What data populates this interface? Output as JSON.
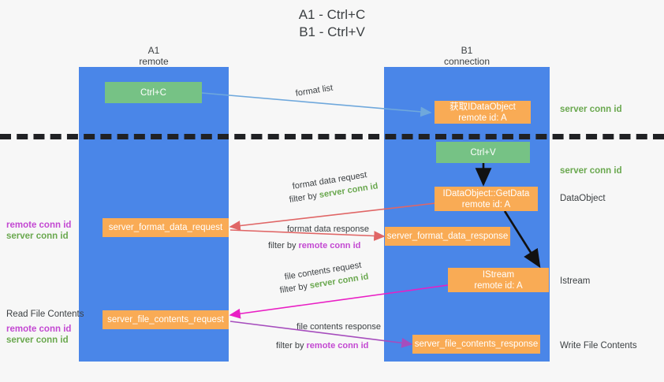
{
  "title": "A1 - Ctrl+C\nB1 - Ctrl+V",
  "lanes": [
    {
      "name": "lane-a",
      "title": "A1\nremote"
    },
    {
      "name": "lane-b",
      "title": "B1\nconnection"
    }
  ],
  "nodes": {
    "ctrl_c": "Ctrl+C",
    "get_idataobject": "获取IDataObject\nremote id: A",
    "ctrl_v": "Ctrl+V",
    "idataobject_getdata": "IDataObject::GetData\nremote id: A",
    "server_format_data_request": "server_format_data_request",
    "server_format_data_response": "server_format_data_response",
    "istream": "IStream\nremote id: A",
    "server_file_contents_request": "server_file_contents_request",
    "server_file_contents_response": "server_file_contents_response"
  },
  "edge_labels": {
    "format_list": "format list",
    "format_data_request": "format data request",
    "format_data_request_filter_prefix": "filter by ",
    "format_data_request_filter_key": "server conn id",
    "format_data_response": "format data response",
    "format_data_response_filter_prefix": "filter by ",
    "format_data_response_filter_key": "remote conn id",
    "file_contents_request": "file contents request",
    "file_contents_request_filter_prefix": "filter by ",
    "file_contents_request_filter_key": "server conn id",
    "file_contents_response": "file contents response",
    "file_contents_response_filter_prefix": "filter by ",
    "file_contents_response_filter_key": "remote conn id"
  },
  "right_labels": {
    "server_conn_id_top": "server conn id",
    "server_conn_id_second": "server conn id",
    "dataobject": "DataObject",
    "istream": "Istream",
    "write_file_contents": "Write File Contents"
  },
  "left_labels": {
    "remote_conn_id_1": "remote conn id",
    "server_conn_id_1": "server conn id",
    "read_file_contents": "Read File Contents",
    "remote_conn_id_2": "remote conn id",
    "server_conn_id_2": "server conn id"
  },
  "colors": {
    "lane": "#4a86e8",
    "green_box": "#76c285",
    "orange_box": "#f9ab55",
    "server_conn_id": "#6aa84f",
    "remote_conn_id": "#c348d2",
    "arrow_blue": "#6fa8dc",
    "arrow_red": "#e06666",
    "arrow_magenta": "#e91ec4",
    "arrow_purple": "#a64dbd",
    "arrow_black": "#111111",
    "background": "#f7f7f7"
  }
}
